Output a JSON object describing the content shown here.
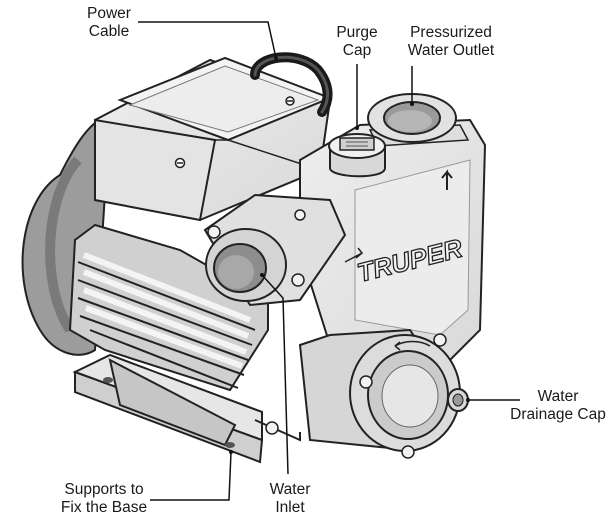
{
  "diagram": {
    "brand": "TRUPER",
    "labels": {
      "power_cable": [
        "Power",
        "Cable"
      ],
      "purge_cap": [
        "Purge",
        "Cap"
      ],
      "water_outlet": [
        "Pressurized",
        "Water Outlet"
      ],
      "drainage_cap": [
        "Water",
        "Drainage Cap"
      ],
      "supports": [
        "Supports to",
        "Fix the Base"
      ],
      "water_inlet": [
        "Water",
        "Inlet"
      ]
    },
    "colors": {
      "body_fill": "#e8e8e8",
      "light_fill": "#f2f2f2",
      "shade_fill": "#bdbdbd",
      "dark_fill": "#8c8c8c",
      "outline": "#222222",
      "cable": "#1a1a1a"
    }
  }
}
